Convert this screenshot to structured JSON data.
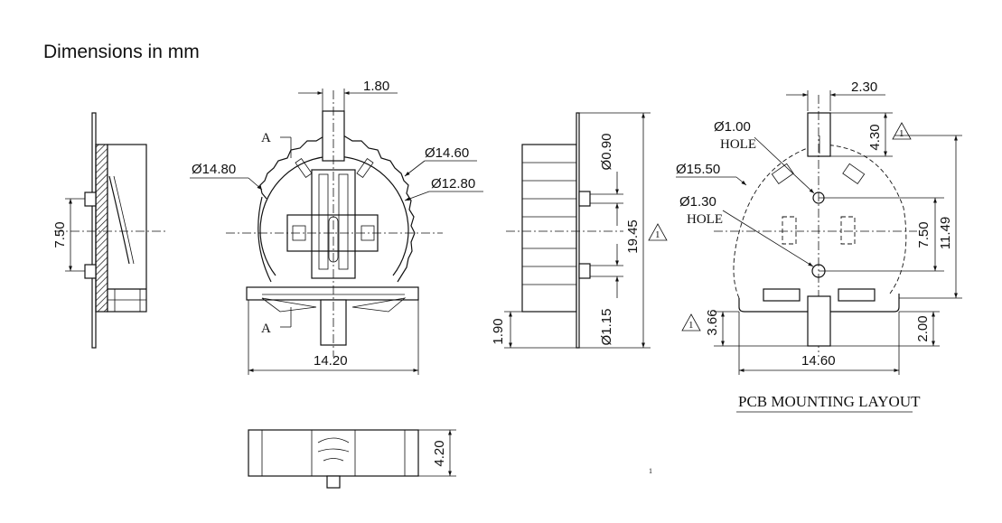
{
  "title": "Dimensions in mm",
  "note_symbol": "1",
  "side_view": {
    "height_label": "7.50"
  },
  "front_view": {
    "top_width_label": "1.80",
    "outer_dia_label": "Ø14.80",
    "rim_dia_label": "Ø14.60",
    "inner_dia_label": "Ø12.80",
    "section_marker": "A",
    "width_label": "14.20"
  },
  "bottom_view": {
    "height_label": "4.20"
  },
  "profile_view": {
    "pin_dia_top_label": "Ø0.90",
    "pin_dia_bottom_label": "Ø1.15",
    "height_label": "19.45",
    "foot_label": "1.90"
  },
  "pcb_layout": {
    "top_width_label": "2.30",
    "top_height_label": "4.30",
    "hole_small_label": "Ø1.00",
    "hole_small_word": "HOLE",
    "outline_dia_label": "Ø15.50",
    "hole_large_label": "Ø1.30",
    "hole_large_word": "HOLE",
    "pitch_label": "7.50",
    "overall_label": "11.49",
    "tab_label": "3.66",
    "bottom_offset_label": "2.00",
    "width_label": "14.60",
    "caption": "PCB MOUNTING LAYOUT"
  }
}
